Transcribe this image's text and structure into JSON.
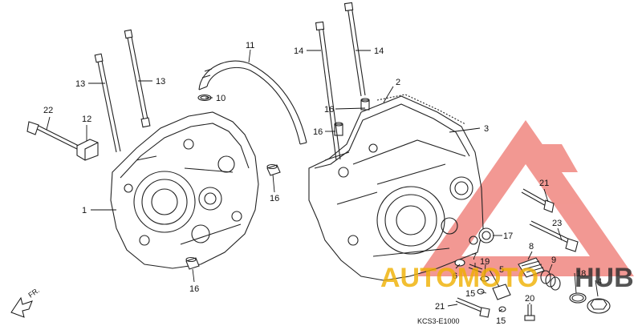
{
  "diagram": {
    "callouts": {
      "c1": "1",
      "c2": "2",
      "c3": "3",
      "c4": "4",
      "c5": "5",
      "c6": "6",
      "c7": "7",
      "c8": "8",
      "c9": "9",
      "c10": "10",
      "c11": "11",
      "c12": "12",
      "c13a": "13",
      "c13b": "13",
      "c14a": "14",
      "c14b": "14",
      "c15a": "15",
      "c15b": "15",
      "c16a": "16",
      "c16b": "16",
      "c16c": "16",
      "c16d": "16",
      "c17": "17",
      "c18": "18",
      "c19": "19",
      "c20": "20",
      "c21a": "21",
      "c21b": "21",
      "c22": "22",
      "c23": "23"
    },
    "direction_label": "FR.",
    "diagram_code": "KCS3-E1000"
  },
  "watermark": {
    "text_left": "AUTOMOTO",
    "text_right": "HUB",
    "colors": {
      "triangle": "#e8443a",
      "text": "#f0b000"
    }
  }
}
